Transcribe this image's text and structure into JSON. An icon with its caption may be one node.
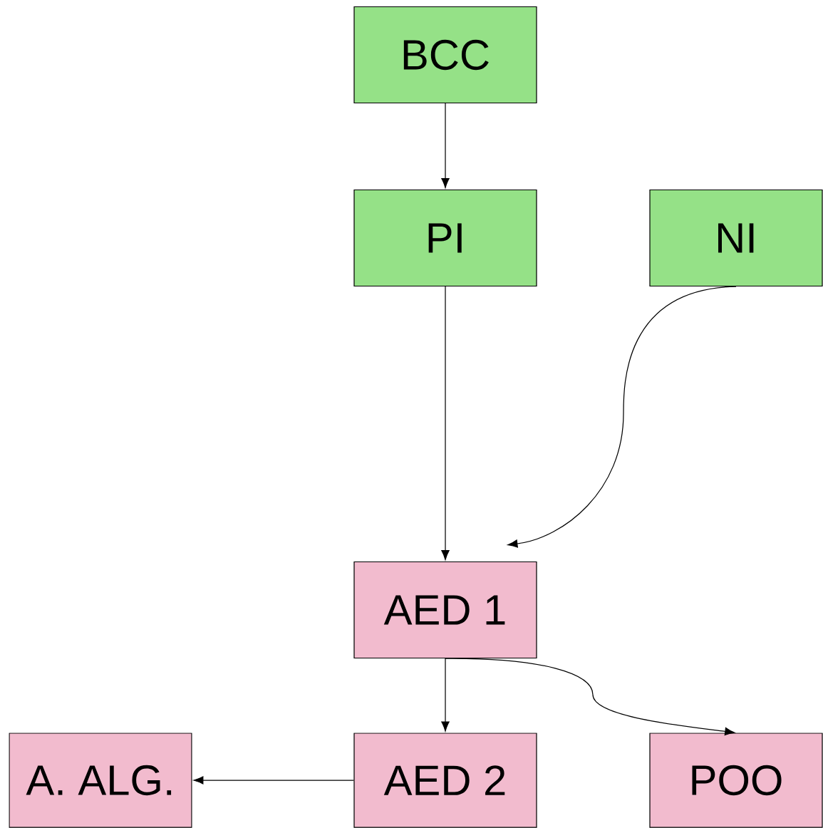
{
  "diagram": {
    "nodes": [
      {
        "text": [
          "BCC"
        ]
      },
      {
        "text": [
          "PI"
        ]
      },
      {
        "text": [
          "NI"
        ]
      },
      {
        "text": [
          "AED 1"
        ]
      },
      {
        "text": [
          "A. ALG."
        ]
      },
      {
        "text": [
          "AED 2"
        ]
      },
      {
        "text": [
          "POO"
        ]
      }
    ],
    "edges": [
      {
        "from": 0,
        "to": 1,
        "arrow": "to"
      },
      {
        "from": 1,
        "to": 3,
        "arrow": "to"
      },
      {
        "from": 2,
        "to": 3,
        "arrow": "to"
      },
      {
        "from": 3,
        "to": 5,
        "arrow": "to"
      },
      {
        "from": 5,
        "to": 4,
        "arrow": "to"
      },
      {
        "from": 3,
        "to": 6,
        "arrow": "to"
      }
    ]
  }
}
